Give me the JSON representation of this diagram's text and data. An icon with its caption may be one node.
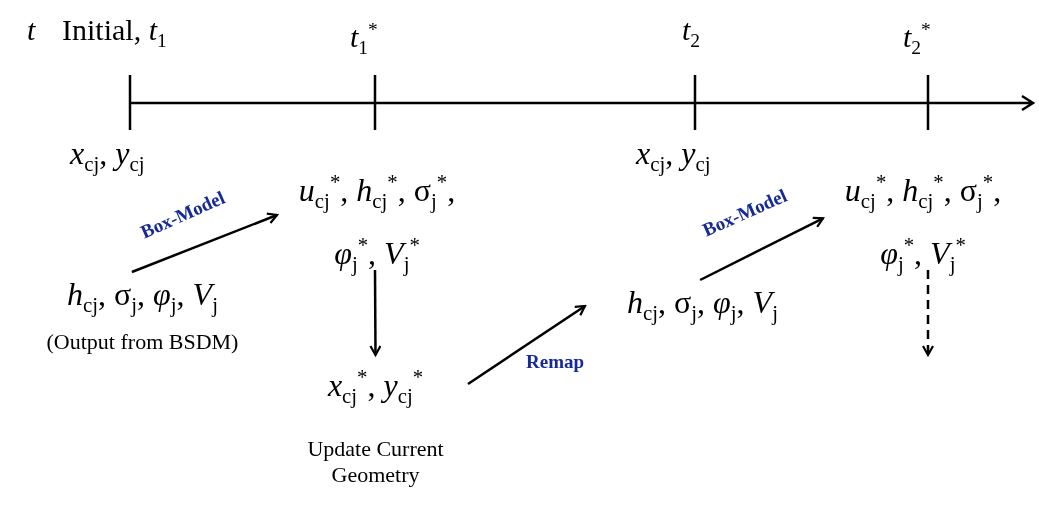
{
  "diagram": {
    "nodes": [
      {
        "text": [
          "*h*$_{cj}$, σ$_{j}$, *φ*$_{j}$, *V*$_{j}$",
          "(Output from BSDM)"
        ]
      },
      {
        "text": [
          "*u*$_{cj}$$^{*}$, *h*$_{cj}$$^{*}$, σ$_{j}$$^{*}$, *φ*$_{j}$$^{*}$, *V*$_{j}$$^{*}$"
        ]
      },
      {
        "text": [
          "*x*$_{cj}$$^{*}$, *y*$_{cj}$$^{*}$",
          "Update Current Geometry"
        ]
      },
      {
        "text": [
          "*h*$_{cj}$, σ$_{j}$, *φ*$_{j}$, *V*$_{j}$"
        ]
      },
      {
        "text": [
          "*u*$_{cj}$$^{*}$, *h*$_{cj}$$^{*}$, σ$_{j}$$^{*}$, *φ*$_{j}$$^{*}$, *V*$_{j}$$^{*}$"
        ]
      }
    ],
    "edges": [
      {
        "from": 0,
        "to": 1,
        "arrow": "to",
        "label": "Box-Model"
      },
      {
        "from": 1,
        "to": 2,
        "arrow": "to"
      },
      {
        "from": 2,
        "to": 3,
        "arrow": "to",
        "label": "Remap"
      },
      {
        "from": 3,
        "to": 4,
        "arrow": "to",
        "label": "Box-Model"
      },
      {
        "from": 4,
        "to": null,
        "arrow": "to",
        "style": "dashed"
      }
    ],
    "labels": [
      "*t*",
      "Initial, *t*$_{1}$",
      "*t*$_{1}$$^{*}$",
      "*t*$_{2}$",
      "*t*$_{2}$$^{*}$",
      "*x*$_{cj}$, *y*$_{cj}$",
      "*x*$_{cj}$, *y*$_{cj}$"
    ]
  }
}
